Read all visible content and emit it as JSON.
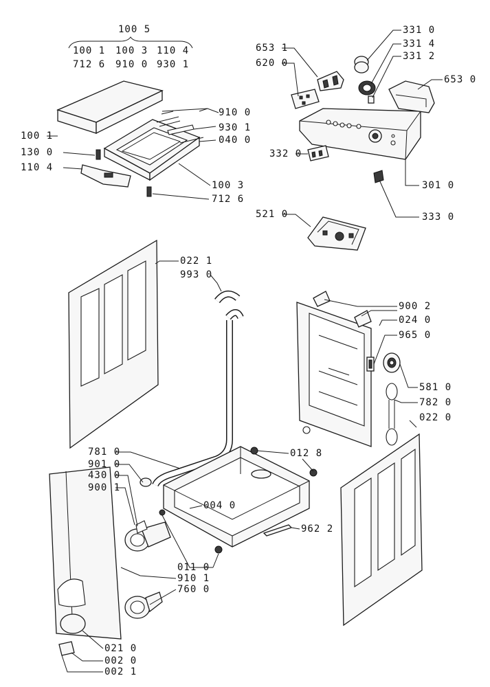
{
  "header_group": {
    "top": "100 5",
    "row1": [
      "100 1",
      "100 3",
      "110 4"
    ],
    "row2": [
      "712 6",
      "910 0",
      "930 1"
    ]
  },
  "labels": {
    "p6531": "653 1",
    "p6200": "620 0",
    "p3310": "331 0",
    "p3314": "331 4",
    "p3312": "331 2",
    "p6530": "653 0",
    "p9100a": "910 0",
    "p9301": "930 1",
    "p0400": "040 0",
    "p1001": "100 1",
    "p1300": "130 0",
    "p1104": "110 4",
    "p1003": "100 3",
    "p7126": "712 6",
    "p3320": "332 0",
    "p3010": "301 0",
    "p3330": "333 0",
    "p5210": "521 0",
    "p0221": "022 1",
    "p9930": "993 0",
    "p9002": "900 2",
    "p0240": "024 0",
    "p9650": "965 0",
    "p5810": "581 0",
    "p7820": "782 0",
    "p0220": "022 0",
    "p0128": "012 8",
    "p7810": "781 0",
    "p9010": "901 0",
    "p4300": "430 0",
    "p9001": "900 1",
    "p0040": "004 0",
    "p9622": "962 2",
    "p0110": "011 0",
    "p9101": "910 1",
    "p7600": "760 0",
    "p0210": "021 0",
    "p0020": "002 0",
    "p0021": "002 1"
  }
}
